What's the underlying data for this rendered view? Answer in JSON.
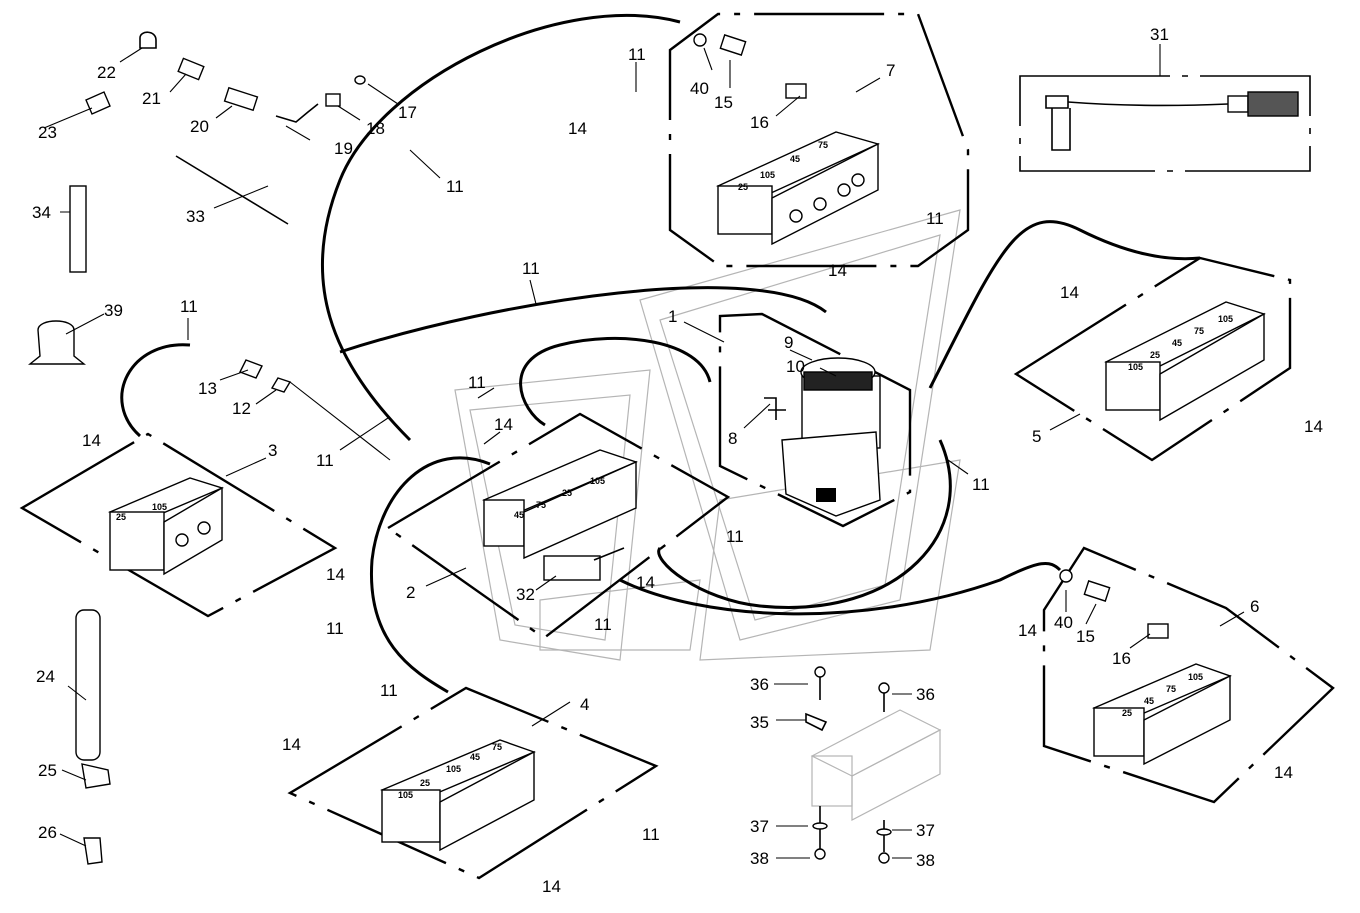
{
  "diagram": {
    "callouts": [
      "1",
      "2",
      "3",
      "4",
      "5",
      "6",
      "7",
      "8",
      "9",
      "10",
      "11",
      "12",
      "13",
      "14",
      "15",
      "16",
      "17",
      "18",
      "19",
      "20",
      "21",
      "22",
      "23",
      "24",
      "25",
      "26",
      "31",
      "32",
      "33",
      "34",
      "35",
      "36",
      "37",
      "38",
      "39",
      "40"
    ],
    "block_stamps": [
      "25",
      "105",
      "45",
      "75",
      "25",
      "105",
      "45",
      "75",
      "25",
      "105",
      "105",
      "25",
      "105",
      "45",
      "75",
      "105",
      "25",
      "45",
      "75",
      "105",
      "25",
      "45",
      "75",
      "105",
      "25",
      "105"
    ]
  }
}
